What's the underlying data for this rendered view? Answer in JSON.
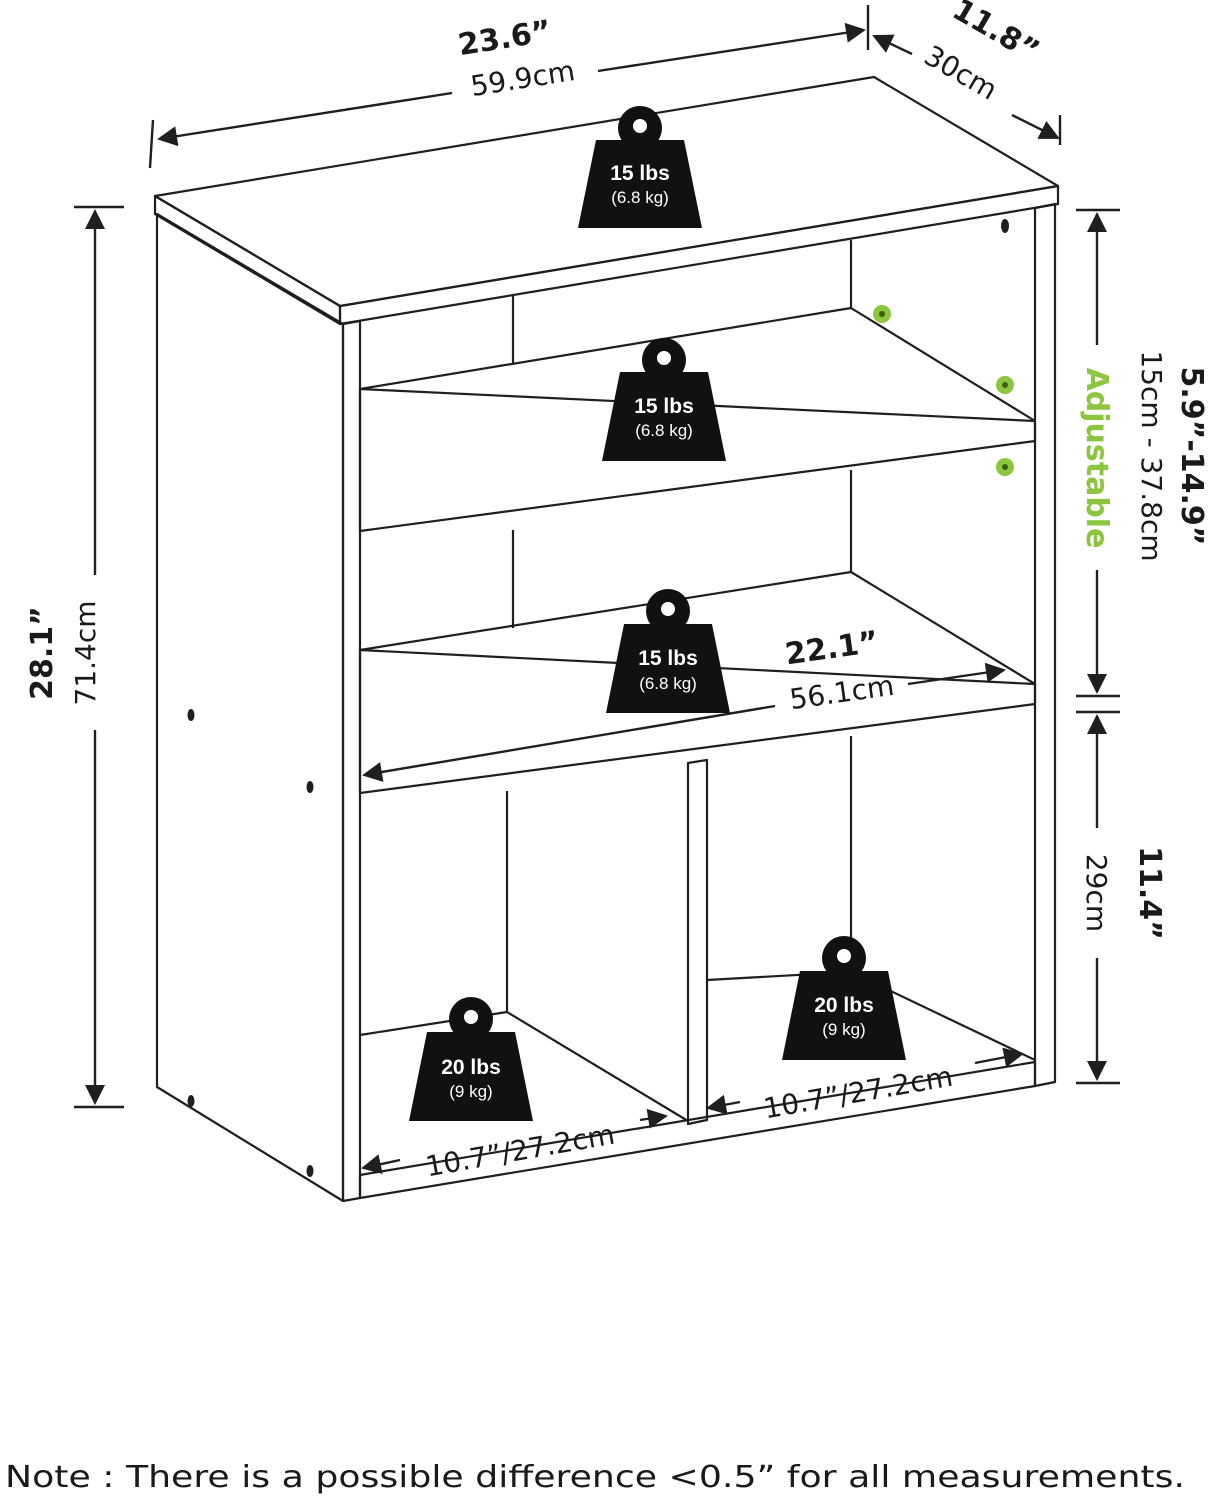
{
  "dimensions": {
    "width_in": "23.6”",
    "width_cm": "59.9cm",
    "depth_in": "11.8”",
    "depth_cm": "30cm",
    "height_in": "28.1”",
    "height_cm": "71.4cm",
    "adjustable_in": "5.9”-14.9”",
    "adjustable_cm": "15cm - 37.8cm",
    "adjustable_label": "Adjustable",
    "bottom_height_in": "11.4”",
    "bottom_height_cm": "29cm",
    "shelf_width_in": "22.1”",
    "shelf_width_cm": "56.1cm",
    "cubby_left": "10.7”/27.2cm",
    "cubby_right": "10.7”/27.2cm"
  },
  "weights": {
    "top": {
      "lbs": "15 lbs",
      "kg": "(6.8 kg)"
    },
    "shelf_upper": {
      "lbs": "15 lbs",
      "kg": "(6.8 kg)"
    },
    "shelf_middle": {
      "lbs": "15 lbs",
      "kg": "(6.8 kg)"
    },
    "cubby_left": {
      "lbs": "20 lbs",
      "kg": "(9 kg)"
    },
    "cubby_right": {
      "lbs": "20 lbs",
      "kg": "(9 kg)"
    }
  },
  "note": "Note : There is a possible difference <0.5” for all measurements.",
  "colors": {
    "accent": "#8cc63f",
    "ink": "#1f1f1f",
    "weight_fill": "#111111"
  }
}
